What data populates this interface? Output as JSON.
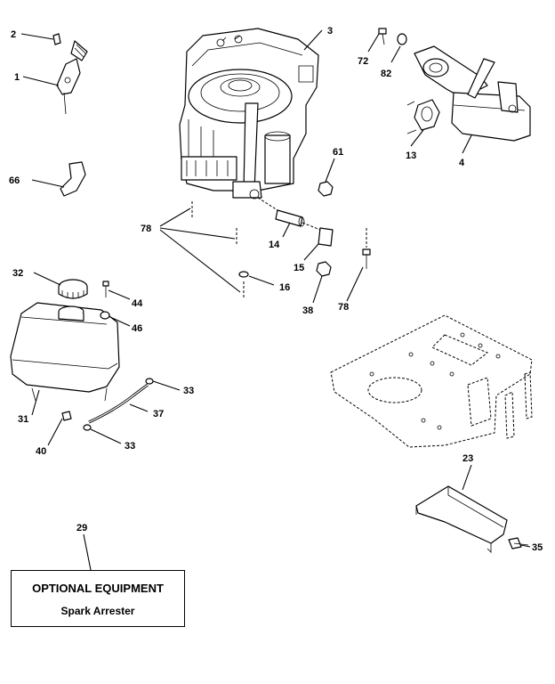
{
  "callouts": {
    "c1": "1",
    "c2": "2",
    "c3": "3",
    "c4": "4",
    "c13": "13",
    "c14": "14",
    "c15": "15",
    "c16": "16",
    "c23": "23",
    "c29": "29",
    "c31": "31",
    "c32": "32",
    "c33a": "33",
    "c33b": "33",
    "c35": "35",
    "c37": "37",
    "c38": "38",
    "c40": "40",
    "c44": "44",
    "c46": "46",
    "c61": "61",
    "c66": "66",
    "c72": "72",
    "c78a": "78",
    "c78b": "78",
    "c82": "82"
  },
  "optional": {
    "title": "OPTIONAL EQUIPMENT",
    "item": "Spark Arrester"
  }
}
